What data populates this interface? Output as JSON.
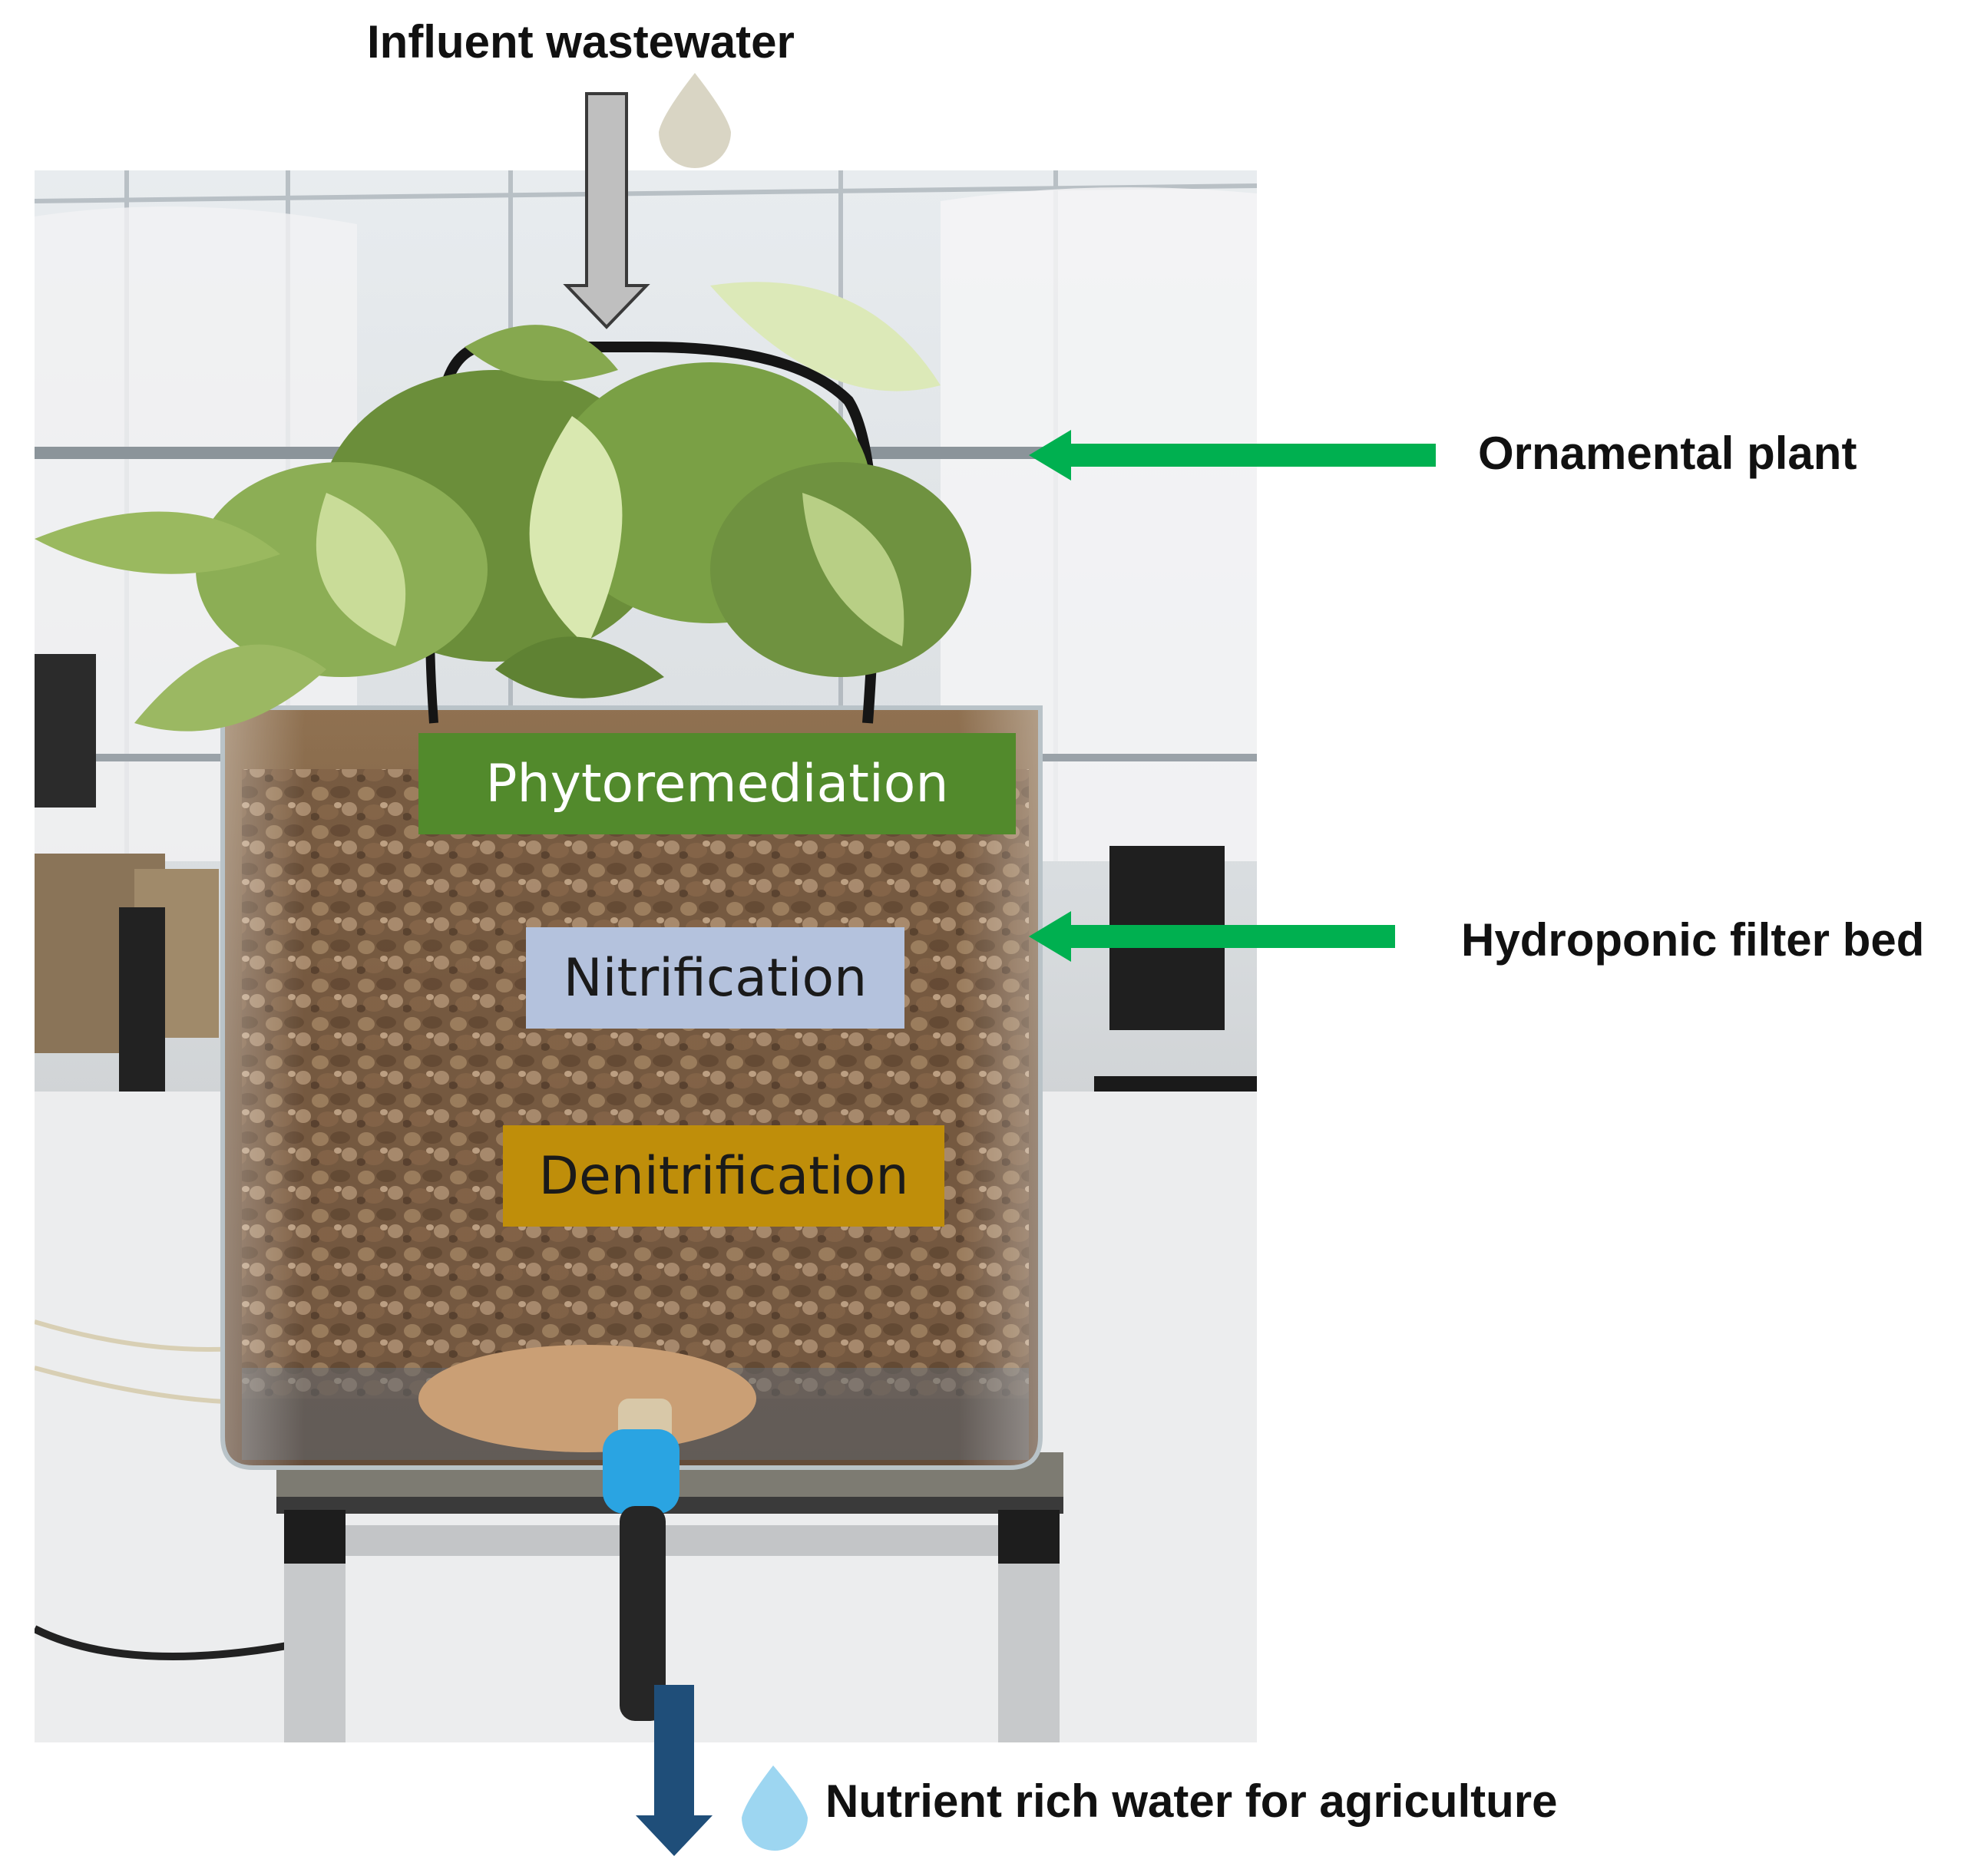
{
  "labels": {
    "influent": "Influent wastewater",
    "ornamental_plant": "Ornamental plant",
    "filter_bed": "Hydroponic filter bed",
    "output": "Nutrient rich water for agriculture"
  },
  "zones": {
    "phytoremediation": "Phytoremediation",
    "nitrification": "Nitrification",
    "denitrification": "Denitrification"
  },
  "colors": {
    "phytoremediation": "#528a2c",
    "nitrification": "#b4c2dd",
    "denitrification": "#bf8e0a",
    "pointer_arrows": "#00b050",
    "influent_arrow": "#bfbfbf",
    "outflow_arrow": "#1f4e79",
    "influent_drop": "#d9d5c4",
    "output_drop": "#9dd6f1"
  },
  "icons": [
    "influent-droplet-icon",
    "output-droplet-icon",
    "down-arrow-icon",
    "left-arrow-icon"
  ]
}
